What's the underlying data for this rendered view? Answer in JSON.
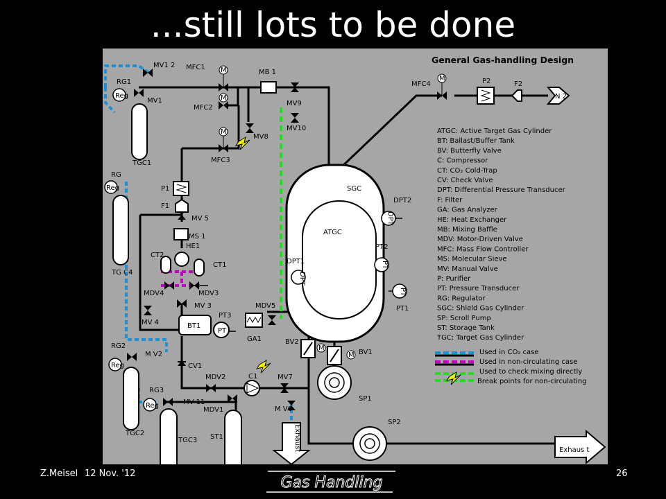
{
  "slide": {
    "title": "...still lots to be done",
    "author": "Z.Meisel",
    "date": "12 Nov. '12",
    "page_number": "26",
    "logo_text": "Gas Handling"
  },
  "diagram": {
    "header": "General Gas-handling Design",
    "labels": {
      "mv12": "MV1 2",
      "rg1": "RG1",
      "reg1": "Reg",
      "mv1": "MV1",
      "tgc1": "TGC1",
      "mfc1": "MFC1",
      "mfc2": "MFC2",
      "mfc3": "MFC3",
      "mb": "MB 1",
      "mv9": "MV9",
      "mv10": "MV10",
      "mv8": "MV8",
      "rg": "RG",
      "reg2": "Reg",
      "tgc4": "TG C4",
      "p1": "P1",
      "f1": "F1",
      "mv5": "MV 5",
      "ms1": "MS 1",
      "he1": "HE1",
      "ct2": "CT2",
      "ct1": "CT1",
      "mdv4": "MDV4",
      "mdv3": "MDV3",
      "mv3": "MV 3",
      "mv4": "MV 4",
      "pt3": "PT3",
      "bt1": "BT1",
      "rg2": "RG2",
      "reg3": "Reg",
      "mv2": "M V2",
      "tgc2": "TGC2",
      "rg3": "RG3",
      "reg4": "Reg",
      "mv11": "MV 11",
      "tgc3": "TGC3",
      "cv1": "CV1",
      "mdv2": "MDV2",
      "mdv1": "MDV1",
      "st1": "ST1",
      "c1": "C1",
      "mv7": "MV7",
      "mv6": "M V6",
      "exhaust1": "Exhaust",
      "mdv5": "MDV5",
      "ga1": "GA1",
      "bv2": "BV2",
      "bv1": "BV1",
      "sp1": "SP1",
      "sp2": "SP2",
      "exhaust2": "Exhaus t",
      "sgc": "SGC",
      "atgc": "ATGC",
      "dpt2": "DPT2",
      "dpt1": "DPT1",
      "pt2": "PT2",
      "pt1": "PT1",
      "dpt_sym1": "DPT",
      "dpt_sym2": "DPT",
      "pt_sym1": "PT",
      "pt_sym2": "PT",
      "pt_sym3": "PT",
      "mfc4": "MFC4",
      "p2": "P2",
      "f2": "F2",
      "n2": "N 2",
      "m": "M"
    },
    "legend_abbreviations": [
      "ATGC: Active Target Gas Cylinder",
      "BT: Ballast/Buffer Tank",
      "BV: Butterfly Valve",
      "C: Compressor",
      "CT: CO₂ Cold-Trap",
      "CV: Check Valve",
      "DPT: Differential Pressure Transducer",
      "F: Filter",
      "GA: Gas Analyzer",
      "HE: Heat Exchanger",
      "MB: Mixing Baffle",
      "MDV: Motor-Driven Valve",
      "MFC: Mass Flow Controller",
      "MS: Molecular Sieve",
      "MV: Manual Valve",
      "P: Purifier",
      "PT: Pressure Transducer",
      "RG: Regulator",
      "SGC: Shield Gas Cylinder",
      "SP: Scroll Pump",
      "ST: Storage Tank",
      "TGC: Target Gas Cylinder"
    ],
    "line_legend": [
      {
        "text": "Used in CO₂ case",
        "color": "#1e8fd6",
        "style": "dashed"
      },
      {
        "text": "Used in non-circulating case",
        "color": "#c000c0",
        "style": "dashed"
      },
      {
        "text": "Used to check mixing directly",
        "color": "#22dd22",
        "style": "dashed"
      },
      {
        "text": "Break points for non-circulating",
        "color": "#e8e800",
        "style": "bolt"
      }
    ],
    "colors": {
      "panel": "#a6a6a6",
      "pipe": "#000000",
      "co2": "#1e8fd6",
      "noncirc": "#c000c0",
      "mixing": "#22dd22",
      "bolt": "#e8e800"
    }
  }
}
